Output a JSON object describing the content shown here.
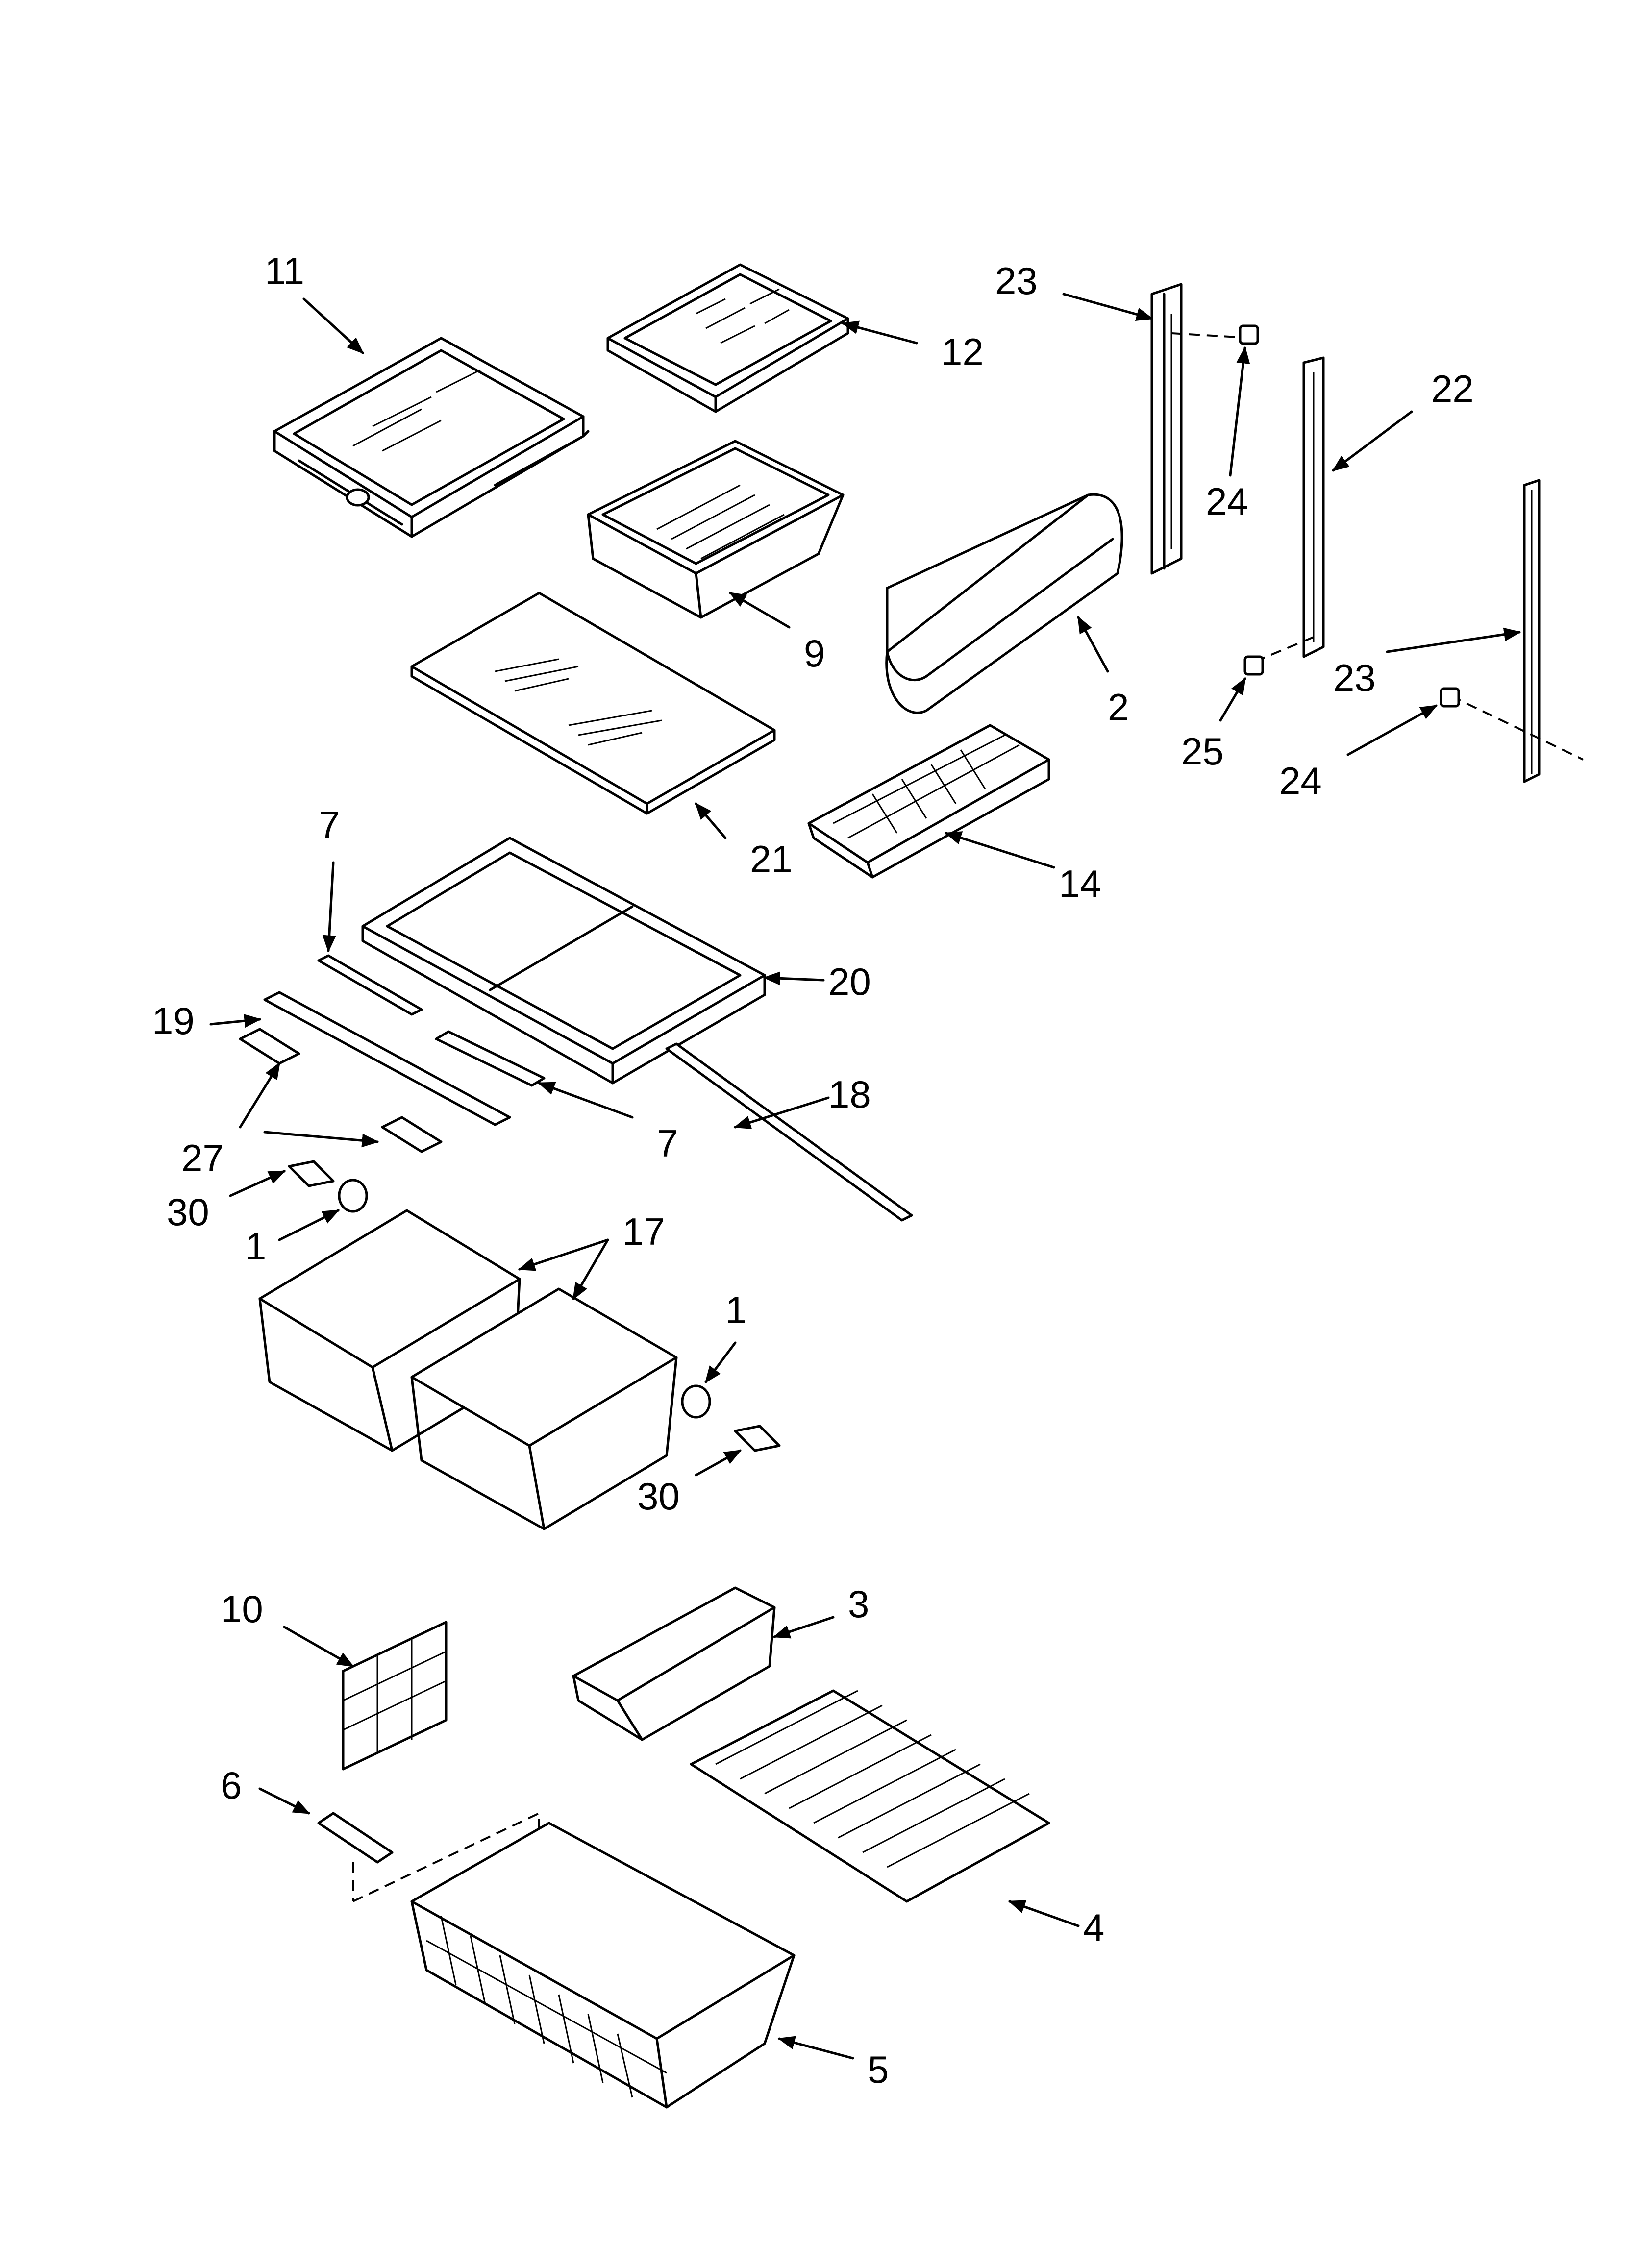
{
  "diagram": {
    "labels": [
      {
        "id": "l11",
        "text": "11"
      },
      {
        "id": "l12",
        "text": "12"
      },
      {
        "id": "l9",
        "text": "9"
      },
      {
        "id": "l21",
        "text": "21"
      },
      {
        "id": "l2",
        "text": "2"
      },
      {
        "id": "l14",
        "text": "14"
      },
      {
        "id": "l23a",
        "text": "23"
      },
      {
        "id": "l24a",
        "text": "24"
      },
      {
        "id": "l22",
        "text": "22"
      },
      {
        "id": "l23b",
        "text": "23"
      },
      {
        "id": "l25",
        "text": "25"
      },
      {
        "id": "l24b",
        "text": "24"
      },
      {
        "id": "l7a",
        "text": "7"
      },
      {
        "id": "l20",
        "text": "20"
      },
      {
        "id": "l19",
        "text": "19"
      },
      {
        "id": "l27",
        "text": "27"
      },
      {
        "id": "l7b",
        "text": "7"
      },
      {
        "id": "l18",
        "text": "18"
      },
      {
        "id": "l30a",
        "text": "30"
      },
      {
        "id": "l1a",
        "text": "1"
      },
      {
        "id": "l17",
        "text": "17"
      },
      {
        "id": "l1b",
        "text": "1"
      },
      {
        "id": "l30b",
        "text": "30"
      },
      {
        "id": "l10",
        "text": "10"
      },
      {
        "id": "l3",
        "text": "3"
      },
      {
        "id": "l6",
        "text": "6"
      },
      {
        "id": "l4",
        "text": "4"
      },
      {
        "id": "l5",
        "text": "5"
      }
    ]
  }
}
